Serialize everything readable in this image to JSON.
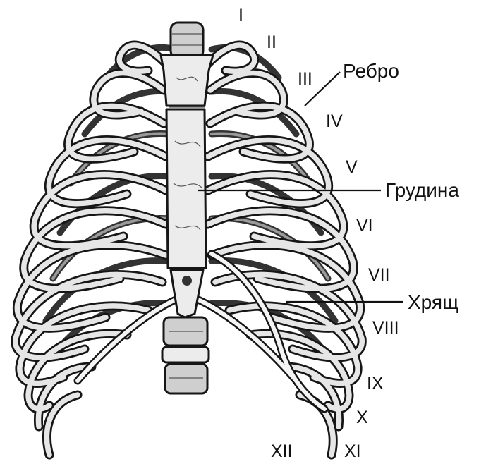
{
  "rib_numerals": [
    "I",
    "II",
    "III",
    "IV",
    "V",
    "VI",
    "VII",
    "VIII",
    "IX",
    "X",
    "XI",
    "XII"
  ],
  "callouts": {
    "rib": "Ребро",
    "sternum": "Грудина",
    "cartilage": "Хрящ"
  },
  "colors": {
    "ink": "#161616",
    "bone": "#ececec",
    "background": "#ffffff"
  }
}
